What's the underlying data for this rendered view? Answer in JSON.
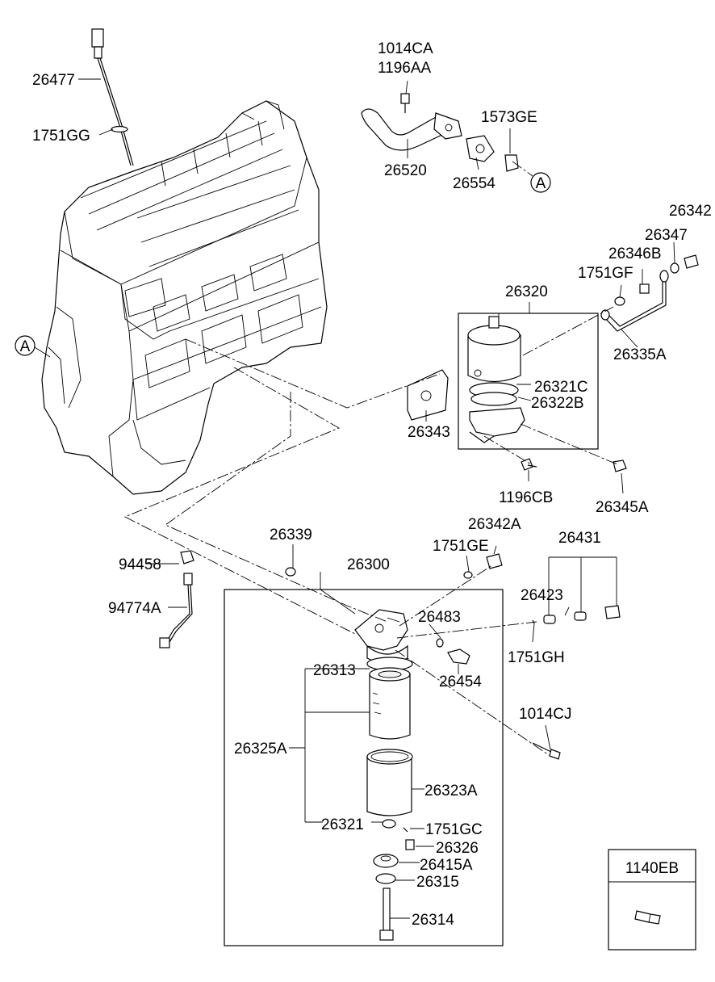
{
  "labels": {
    "p26477": "26477",
    "p1751GG": "1751GG",
    "p1014CA": "1014CA",
    "p1196AA": "1196AA",
    "p1573GE": "1573GE",
    "p26520": "26520",
    "p26554": "26554",
    "p26342": "26342",
    "p26347": "26347",
    "p26346B": "26346B",
    "p1751GF": "1751GF",
    "p26320": "26320",
    "p26335A": "26335A",
    "p26321C": "26321C",
    "p26322B": "26322B",
    "p26343": "26343",
    "p1196CB": "1196CB",
    "p26345A": "26345A",
    "p26339": "26339",
    "p26342A": "26342A",
    "p1751GE": "1751GE",
    "p26431": "26431",
    "p26300": "26300",
    "p94458": "94458",
    "p94774A": "94774A",
    "p26423": "26423",
    "p26483": "26483",
    "p1751GH": "1751GH",
    "p26313": "26313",
    "p26454": "26454",
    "p1014CJ": "1014CJ",
    "p26325A": "26325A",
    "p26323A": "26323A",
    "p26321": "26321",
    "p1751GC": "1751GC",
    "p26326": "26326",
    "p26415A": "26415A",
    "p26315": "26315",
    "p26314": "26314",
    "p1140EB": "1140EB"
  },
  "markers": {
    "refA_engine": "A",
    "refA_top": "A"
  }
}
